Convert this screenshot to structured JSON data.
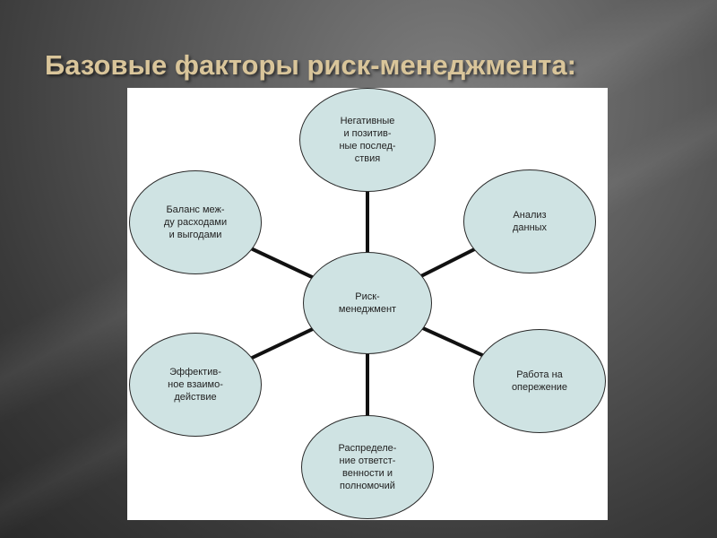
{
  "slide": {
    "title": "Базовые факторы риск-менеджмента:"
  },
  "colors": {
    "title": "#d9c59a",
    "node_fill": "#cfe3e3",
    "node_border": "#2a2a2a",
    "connector": "#111111",
    "panel": "#ffffff"
  },
  "diagram": {
    "center": {
      "label": "Риск-\nменеджмент"
    },
    "nodes": [
      {
        "id": "top",
        "label": "Негативные\nи позитив-\nные послед-\nствия"
      },
      {
        "id": "upper-right",
        "label": "Анализ\nданных"
      },
      {
        "id": "lower-right",
        "label": "Работа на\nопережение"
      },
      {
        "id": "bottom",
        "label": "Распределе-\nние ответст-\nвенности и\nполномочий"
      },
      {
        "id": "lower-left",
        "label": "Эффектив-\nное взаимо-\nдействие"
      },
      {
        "id": "upper-left",
        "label": "Баланс меж-\nду расходами\nи выгодами"
      }
    ]
  }
}
